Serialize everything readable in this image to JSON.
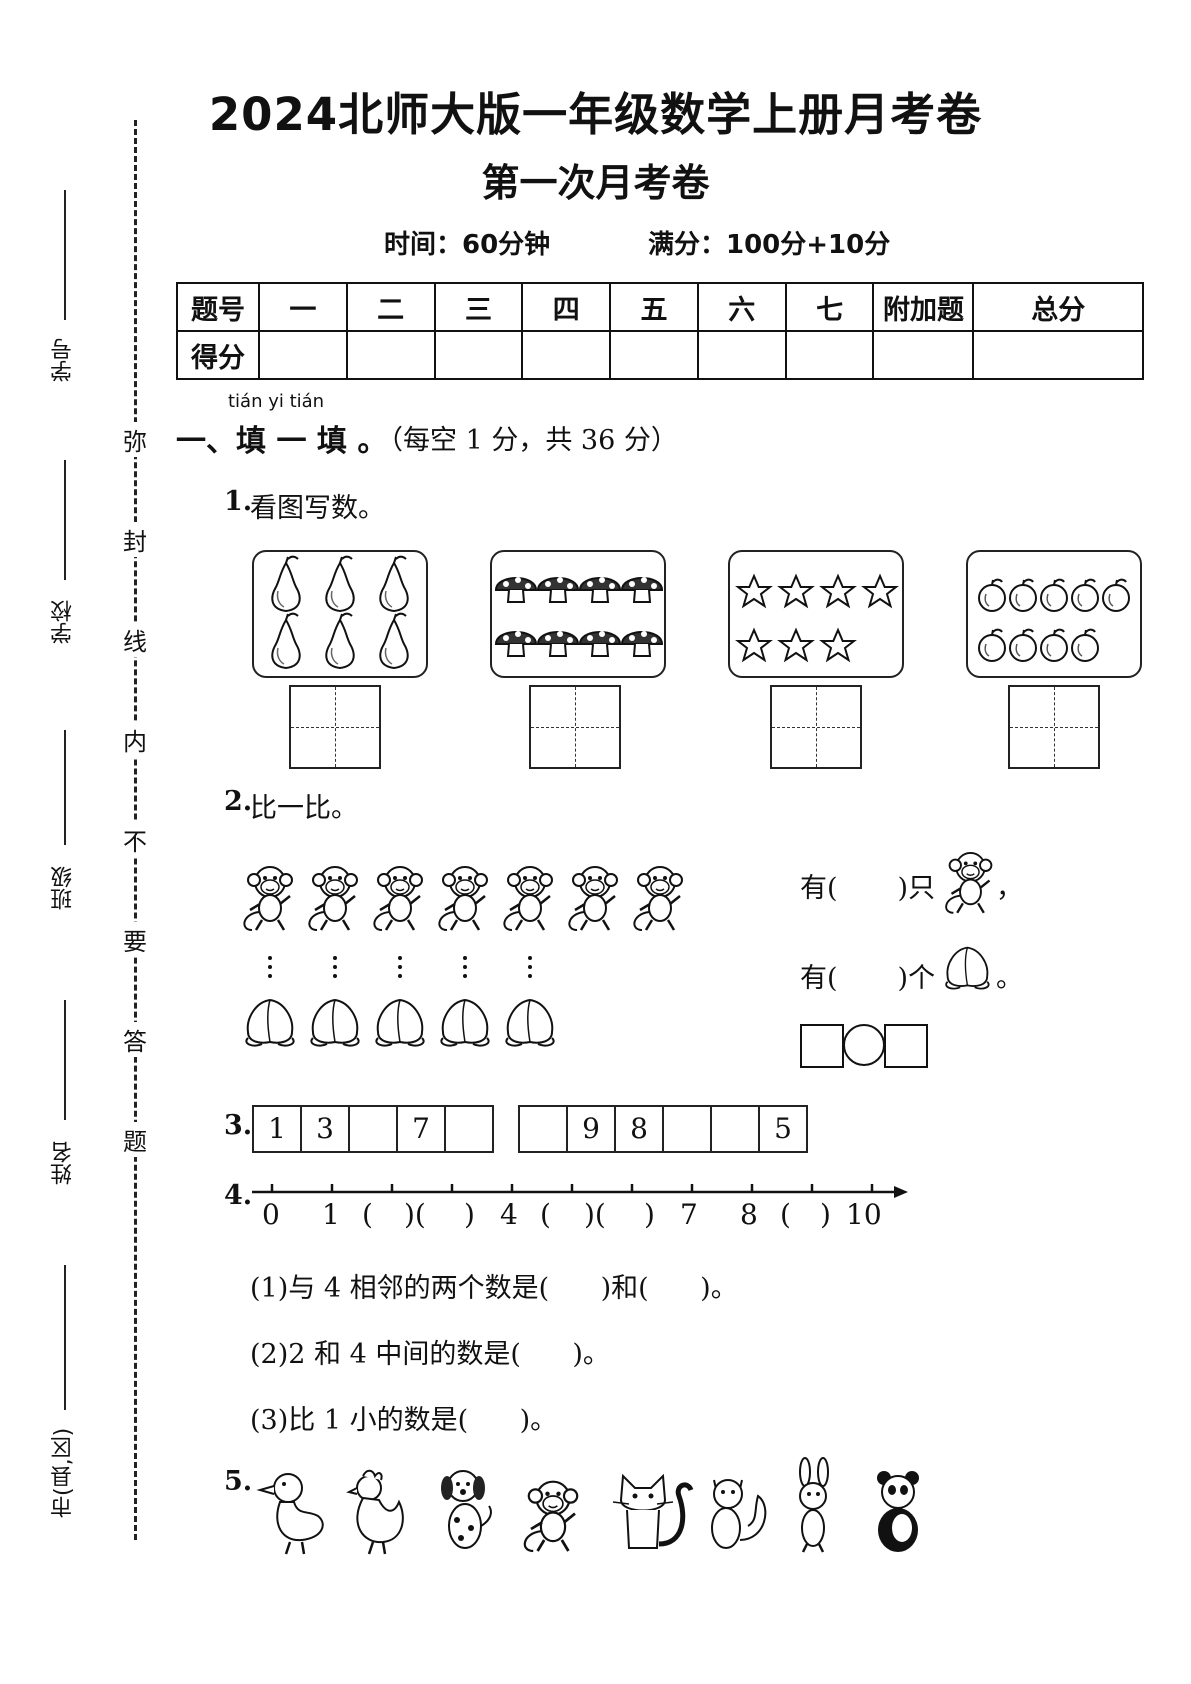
{
  "header": {
    "title": "2024北师大版一年级数学上册月考卷",
    "subtitle": "第一次月考卷",
    "time": "时间：60分钟",
    "full_score": "满分：100分+10分"
  },
  "score_table": {
    "row1": [
      "题号",
      "一",
      "二",
      "三",
      "四",
      "五",
      "六",
      "七",
      "附加题",
      "总分"
    ],
    "row2_label": "得分"
  },
  "binding": {
    "seal_chars": [
      "弥",
      "封",
      "线",
      "内",
      "不",
      "要",
      "答",
      "题"
    ],
    "fields": [
      "学号",
      "学校",
      "班级",
      "姓名",
      "市(县,区)"
    ]
  },
  "section1": {
    "pinyin": "tián yi tián",
    "title": "一、填 一 填 。",
    "note": "（每空 1 分，共 36 分）"
  },
  "q1": {
    "label": "1.",
    "text": "看图写数。",
    "groups": [
      {
        "name": "pears",
        "count": 6
      },
      {
        "name": "mushrooms",
        "count": 8
      },
      {
        "name": "stars",
        "count": 7
      },
      {
        "name": "apples",
        "count": 9
      }
    ]
  },
  "q2": {
    "label": "2.",
    "text": "比一比。",
    "monkeys": 7,
    "peaches": 5,
    "line1_a": "有(",
    "line1_b": ")只",
    "line1_c": "，",
    "line2_a": "有(",
    "line2_b": ")个",
    "line2_c": "。"
  },
  "q3": {
    "label": "3.",
    "seq1": [
      "1",
      "3",
      "",
      "7",
      ""
    ],
    "seq2": [
      "",
      "9",
      "8",
      "",
      "",
      "5"
    ]
  },
  "q4": {
    "label": "4.",
    "ticks": [
      "0",
      "1",
      "(",
      ")(",
      ")",
      "4",
      "(",
      ")(",
      ")",
      "7",
      "8",
      "(",
      ")",
      "10"
    ],
    "sub1": "(1)与 4 相邻的两个数是(      )和(      )。",
    "sub2": "(2)2 和 4 中间的数是(      )。",
    "sub3": "(3)比 1 小的数是(      )。"
  },
  "q5": {
    "label": "5.",
    "animals": [
      "duck-icon",
      "chicken-icon",
      "dog-icon",
      "monkey-icon",
      "cat-icon",
      "squirrel-icon",
      "rabbit-icon",
      "panda-icon"
    ]
  }
}
